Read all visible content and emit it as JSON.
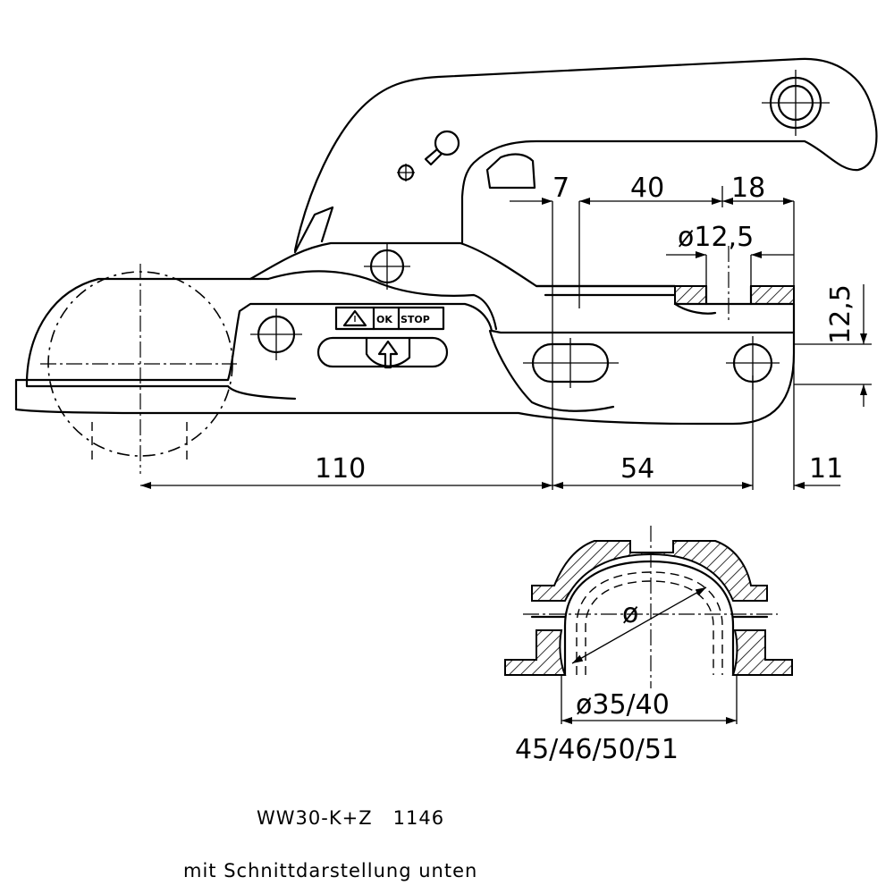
{
  "drawing": {
    "model_code": "WW30-K+Z",
    "part_number": "1146",
    "subtitle": "mit Schnittdarstellung unten"
  },
  "label": {
    "ok": "OK",
    "stop": "STOP"
  },
  "dimensions": {
    "d_110": "110",
    "d_54": "54",
    "d_11": "11",
    "d_7": "7",
    "d_40": "40",
    "d_18": "18",
    "d_bore": "ø12,5",
    "d_height": "12,5",
    "d_ball": "ø35/40",
    "d_sizes": "45/46/50/51",
    "d_phi": "ø"
  },
  "icons": [
    "warning-triangle-icon",
    "release-arrow-icon"
  ]
}
